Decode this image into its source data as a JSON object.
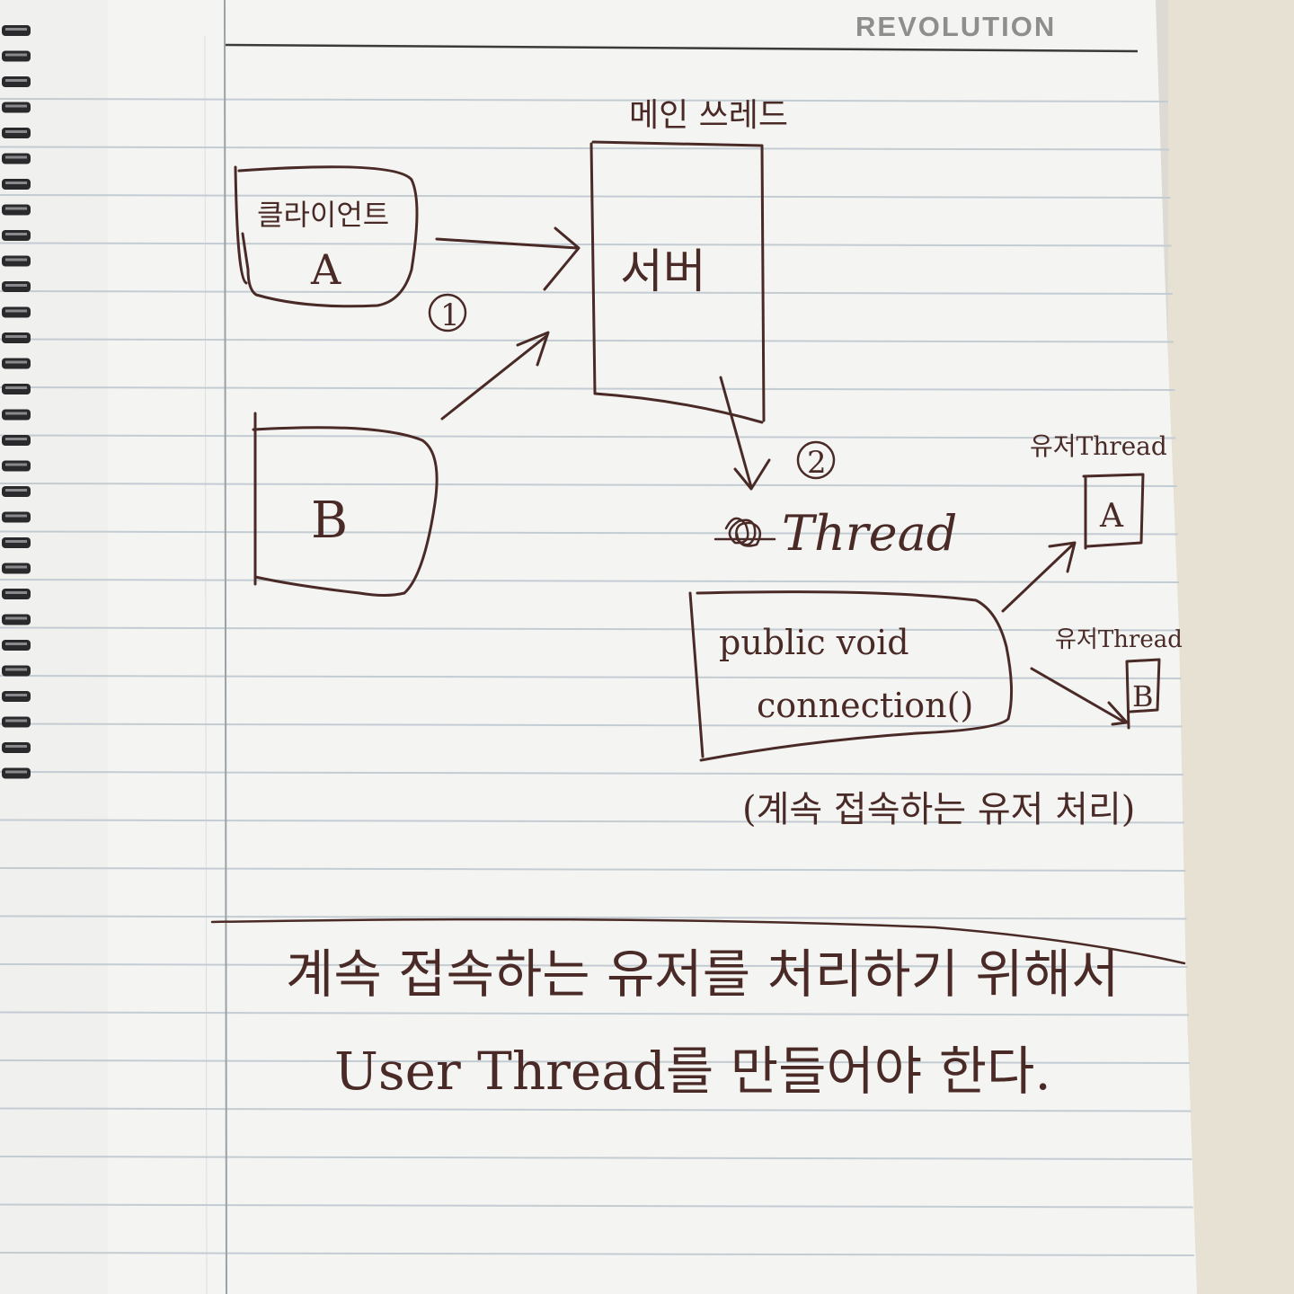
{
  "brand": "REVOLUTION",
  "diagram": {
    "main_thread_label": "메인 쓰레드",
    "server_label": "서버",
    "client_a": {
      "title": "클라이언트",
      "letter": "A"
    },
    "client_b": {
      "letter": "B"
    },
    "step1": "①",
    "step2": "②",
    "thread_label": "Thread",
    "connection_code_line1": "public void",
    "connection_code_line2": "connection()",
    "caption": "(계속 접속하는 유저 처리)",
    "user_thread_a": {
      "label": "유저Thread",
      "letter": "A"
    },
    "user_thread_b": {
      "label": "유저Thread",
      "letter": "B"
    }
  },
  "note": {
    "line1": "계속 접속하는 유저를 처리하기 위해서",
    "line2": "User Thread를 만들어야 한다."
  },
  "colors": {
    "ink": "#4a2a26",
    "paper": "#f4f5f3",
    "rule": "#bcc6cc",
    "margin_line": "#9aa2a7",
    "brand": "#8e8e8c"
  }
}
